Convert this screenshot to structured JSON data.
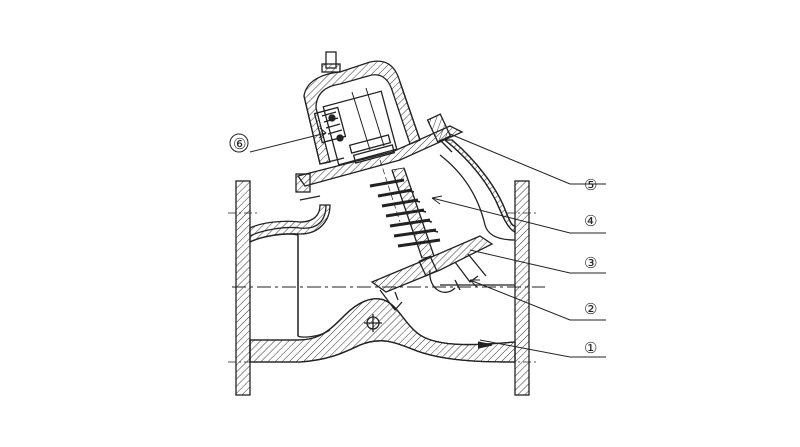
{
  "callouts": [
    {
      "id": "callout-1",
      "label": "①"
    },
    {
      "id": "callout-2",
      "label": "②"
    },
    {
      "id": "callout-3",
      "label": "③"
    },
    {
      "id": "callout-4",
      "label": "④"
    },
    {
      "id": "callout-5",
      "label": "⑤"
    },
    {
      "id": "callout-6",
      "label": "⑥"
    }
  ],
  "colors": {
    "line": "#222222",
    "background": "#ffffff"
  }
}
